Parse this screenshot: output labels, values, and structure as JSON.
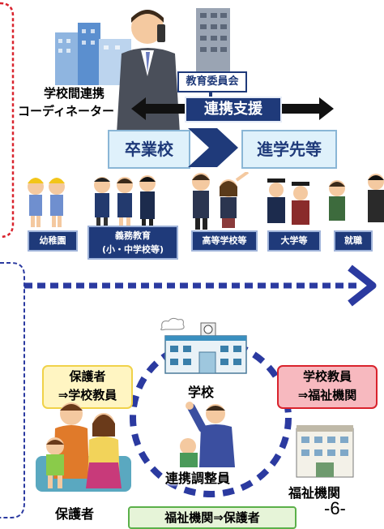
{
  "top": {
    "coordinator_line1": "学校間連携",
    "coordinator_line2": "コーディネーター",
    "board_label": "教育委員会",
    "support_label": "連携支援",
    "from_school": "卒業校",
    "to_school": "進学先等"
  },
  "stages": [
    {
      "label": "幼稚園"
    },
    {
      "label": "義務教育\n(小・中学校等)"
    },
    {
      "label": "高等学校等"
    },
    {
      "label": "大学等"
    },
    {
      "label": "就職"
    }
  ],
  "bottom": {
    "guardian_to_teacher_1": "保護者",
    "guardian_to_teacher_2": "⇒学校教員",
    "teacher_to_welfare_1": "学校教員",
    "teacher_to_welfare_2": "⇒福祉機関",
    "school_label": "学校",
    "coordinator_label": "連携調整員",
    "welfare_label": "福祉機関",
    "guardian_label": "保護者",
    "welfare_to_guardian": "福祉機関⇒保護者",
    "page_number": "-6-"
  },
  "colors": {
    "dashed_red": "#d9232d",
    "dashed_navy": "#2b3aa0",
    "navy": "#1f3a7a",
    "yellow_box": "#fff5c2",
    "pink_box": "#f7b9bf",
    "green_box": "#e6f4d8"
  }
}
